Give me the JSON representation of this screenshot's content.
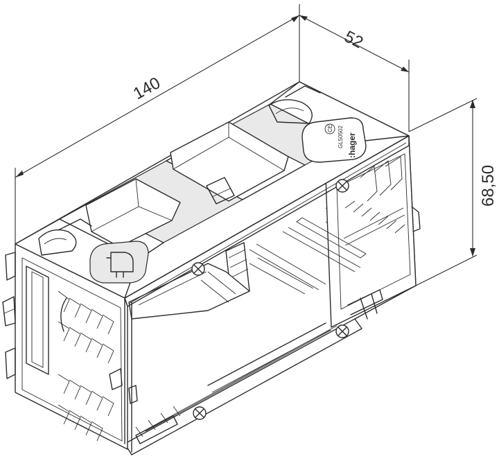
{
  "dimensions": {
    "length": "140",
    "width": "52",
    "height": "68,50"
  },
  "label": {
    "model": "GL50502",
    "brand": ":hager"
  },
  "colors": {
    "stroke": "#2b2b2b",
    "background": "#ffffff",
    "label_fill": "#e9e9e9"
  },
  "icons": {
    "certification": "ce-mark-icon",
    "plug": "plug-icon",
    "screw": "screw-icon"
  }
}
